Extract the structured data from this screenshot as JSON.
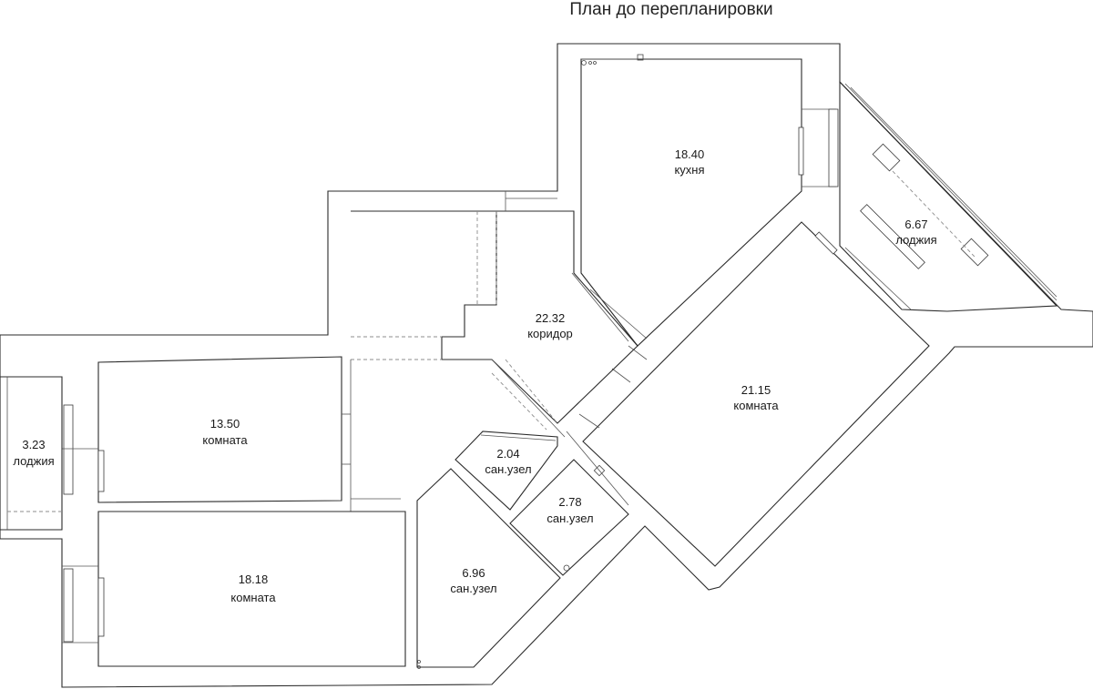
{
  "title": "План до перепланировки",
  "rooms": [
    {
      "id": "kitchen",
      "area": "18.40",
      "name": "кухня"
    },
    {
      "id": "loggia-ne",
      "area": "6.67",
      "name": "лоджия"
    },
    {
      "id": "corridor",
      "area": "22.32",
      "name": "коридор"
    },
    {
      "id": "room-big",
      "area": "21.15",
      "name": "комната"
    },
    {
      "id": "room-w1",
      "area": "13.50",
      "name": "комната"
    },
    {
      "id": "loggia-w",
      "area": "3.23",
      "name": "лоджия"
    },
    {
      "id": "wc-1",
      "area": "2.04",
      "name": "сан.узел"
    },
    {
      "id": "wc-2",
      "area": "2.78",
      "name": "сан.узел"
    },
    {
      "id": "wc-3",
      "area": "6.96",
      "name": "сан.узел"
    },
    {
      "id": "room-w2",
      "area": "18.18",
      "name": "комната"
    }
  ]
}
